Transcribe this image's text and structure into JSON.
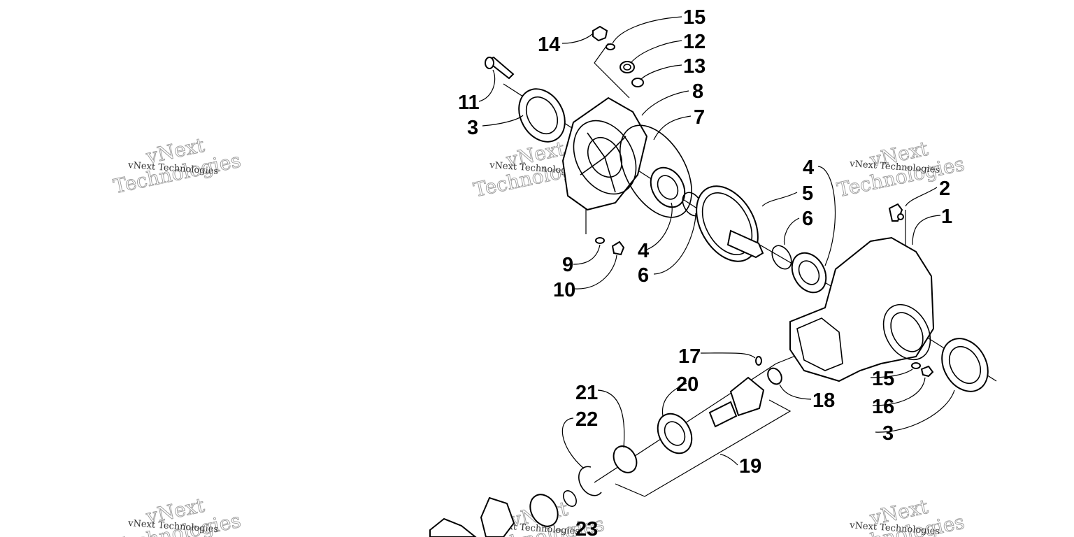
{
  "diagram": {
    "callouts": [
      "15",
      "12",
      "13",
      "14",
      "8",
      "11",
      "3",
      "7",
      "4",
      "5",
      "2",
      "1",
      "6",
      "6",
      "9",
      "4",
      "10",
      "17",
      "15",
      "20",
      "21",
      "18",
      "16",
      "22",
      "3",
      "19",
      "23"
    ]
  },
  "watermark": {
    "small_text": "vNext Technologies",
    "big_text_line1": "vNext",
    "big_text_line2": "Technologies"
  }
}
